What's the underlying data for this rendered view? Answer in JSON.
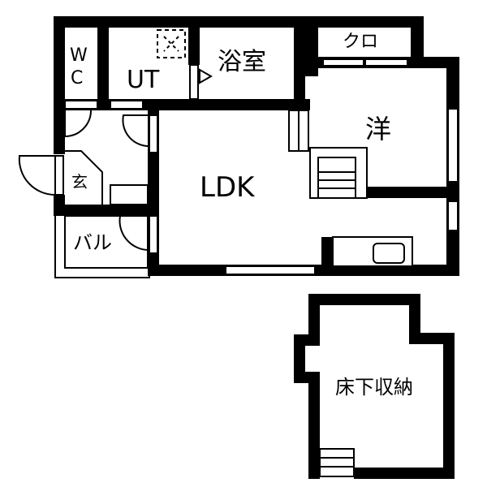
{
  "floorplan": {
    "rooms": {
      "wc": {
        "label_line1": "W",
        "label_line2": "C"
      },
      "ut": {
        "label": "UT"
      },
      "bath": {
        "label": "浴室"
      },
      "closet": {
        "label": "クロ"
      },
      "western": {
        "label": "洋"
      },
      "ldk": {
        "label": "LDK"
      },
      "entrance": {
        "label": "玄"
      },
      "balcony": {
        "label": "バル"
      },
      "underfloor_storage": {
        "label": "床下収納"
      }
    },
    "colors": {
      "wall": "#000000",
      "background": "#ffffff"
    }
  }
}
